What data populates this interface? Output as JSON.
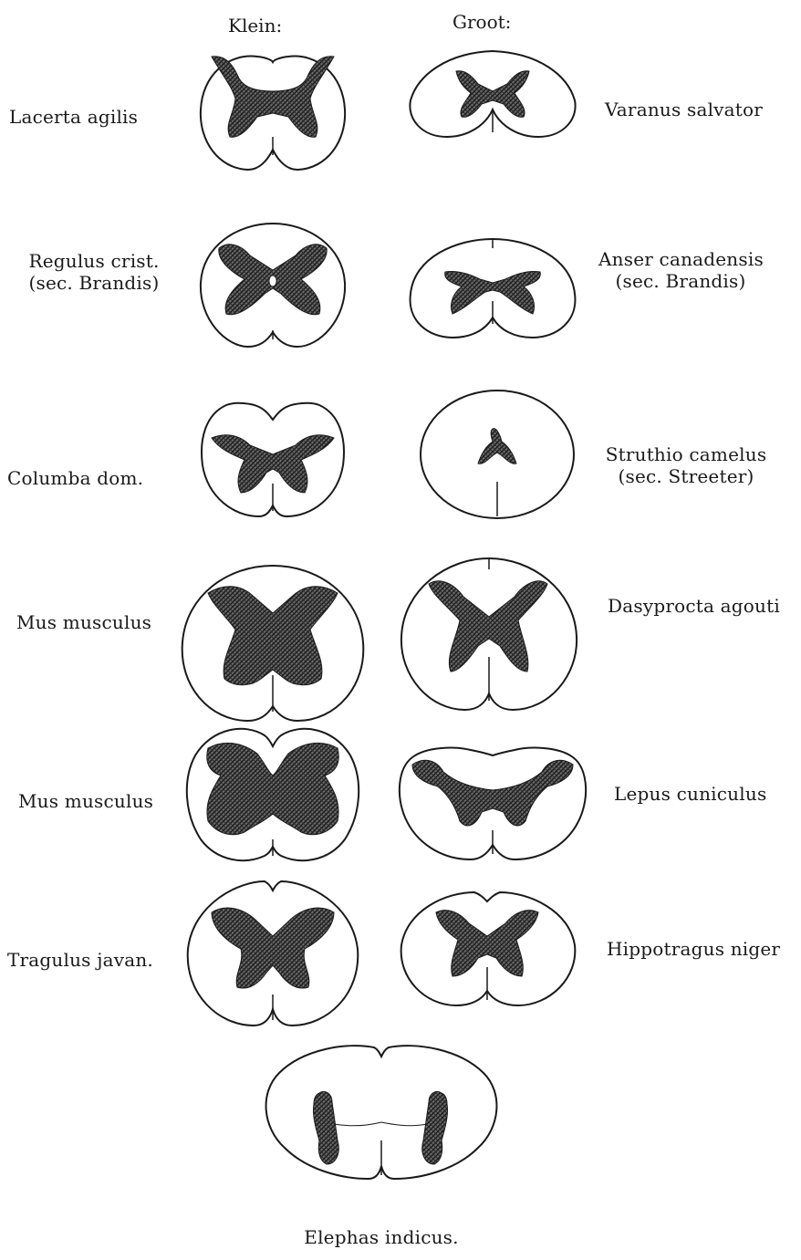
{
  "headers": {
    "small": "Klein:",
    "large": "Groot:"
  },
  "specimens": [
    {
      "row": 1,
      "side": "small",
      "label": [
        "Lacerta agilis"
      ]
    },
    {
      "row": 1,
      "side": "large",
      "label": [
        "Varanus salvator"
      ]
    },
    {
      "row": 2,
      "side": "small",
      "label": [
        "Regulus crist.",
        "(sec. Brandis)"
      ]
    },
    {
      "row": 2,
      "side": "large",
      "label": [
        "Anser canadensis",
        "(sec. Brandis)"
      ]
    },
    {
      "row": 3,
      "side": "small",
      "label": [
        "Columba dom."
      ]
    },
    {
      "row": 3,
      "side": "large",
      "label": [
        "Struthio camelus",
        "(sec. Streeter)"
      ]
    },
    {
      "row": 4,
      "side": "small",
      "label": [
        "Mus musculus"
      ]
    },
    {
      "row": 4,
      "side": "large",
      "label": [
        "Dasyprocta agouti"
      ]
    },
    {
      "row": 5,
      "side": "small",
      "label": [
        "Mus musculus"
      ]
    },
    {
      "row": 5,
      "side": "large",
      "label": [
        "Lepus cuniculus"
      ]
    },
    {
      "row": 6,
      "side": "small",
      "label": [
        "Tragulus javan."
      ]
    },
    {
      "row": 6,
      "side": "large",
      "label": [
        "Hippotragus niger"
      ]
    }
  ],
  "bottom": {
    "label": "Elephas indicus."
  }
}
